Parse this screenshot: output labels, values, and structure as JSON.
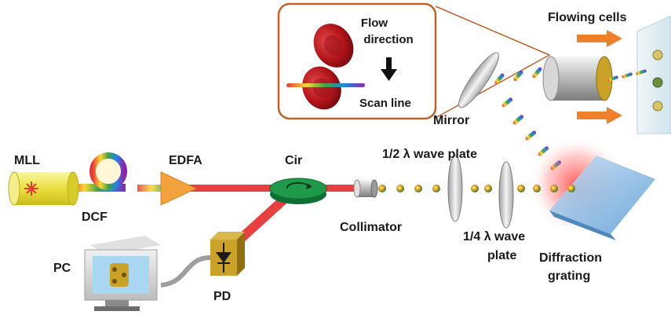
{
  "labels": {
    "mll": "MLL",
    "dcf": "DCF",
    "edfa": "EDFA",
    "cir": "Cir",
    "collimator": "Collimator",
    "half_wave_plate": "1/2 λ wave plate",
    "quarter_wave_plate_line1": "1/4 λ wave",
    "quarter_wave_plate_line2": "plate",
    "diffraction_grating_line1": "Diffraction",
    "diffraction_grating_line2": "grating",
    "mirror": "Mirror",
    "flowing_cells": "Flowing cells",
    "pc": "PC",
    "pd": "PD"
  },
  "inset": {
    "flow_direction_line1": "Flow",
    "flow_direction_line2": "direction",
    "scan_line": "Scan line"
  },
  "colors": {
    "laser_beam": "#e8403f",
    "cell_red": "#b3141b",
    "edfa_orange": "#f2a23c",
    "arrow_orange": "#f07f2a",
    "circulator_green": "#1e9a4a",
    "pd_gold": "#c9a227",
    "grating_blue": "#7fb3e0",
    "inset_border": "#c4602a"
  }
}
